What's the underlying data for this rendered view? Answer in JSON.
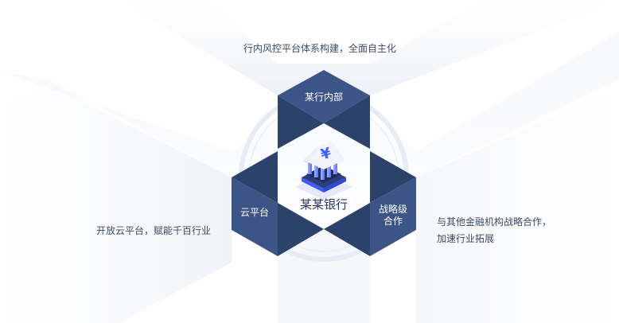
{
  "diagram": {
    "center": {
      "title": "某某银行",
      "icon": "bank-building-icon"
    },
    "nodes": [
      {
        "id": "top",
        "label": "某行内部",
        "description": "行内风控平台体系构建，全面自主化"
      },
      {
        "id": "left",
        "label": "云平台",
        "description": "开放云平台，赋能千百行业"
      },
      {
        "id": "right",
        "label_line1": "战略级",
        "label_line2": "合作",
        "description_line1": "与其他金融机构战略合作，",
        "description_line2": "加速行业拓展"
      }
    ]
  },
  "colors": {
    "hex_light": "#3b5587",
    "hex_dark": "#2d426b",
    "text_dark": "#3e4a66",
    "accent_blue": "#3d5cff",
    "background": "#ffffff",
    "beam": "#eef1f7"
  }
}
